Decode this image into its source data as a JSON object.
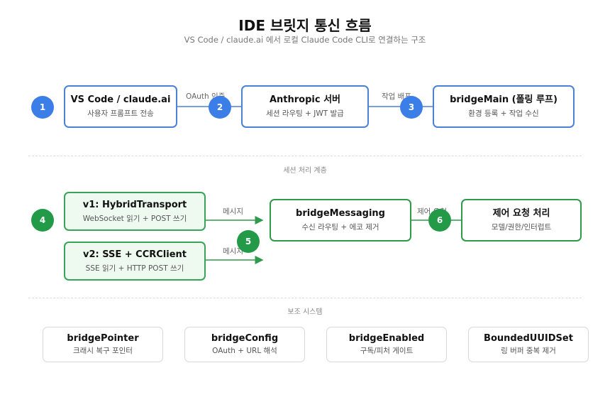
{
  "header": {
    "title": "IDE 브릿지 통신 흐름",
    "subtitle": "VS Code / claude.ai 에서 로컬 Claude Code CLI로 연결하는 구조"
  },
  "top_row": {
    "boxes": [
      {
        "title": "VS Code / claude.ai",
        "sub": "사용자 프롬프트 전송"
      },
      {
        "title": "Anthropic 서버",
        "sub": "세션 라우팅 + JWT 발급"
      },
      {
        "title": "bridgeMain (폴링 루프)",
        "sub": "환경 등록 + 작업 수신"
      }
    ],
    "edge_labels": [
      "OAuth 인증",
      "작업 배포"
    ],
    "steps": [
      "1",
      "2",
      "3"
    ]
  },
  "session_layer": {
    "label": "세션 처리 계층",
    "boxes": [
      {
        "title": "v1: HybridTransport",
        "sub": "WebSocket 읽기 + POST 쓰기"
      },
      {
        "title": "v2: SSE + CCRClient",
        "sub": "SSE 읽기 + HTTP POST 쓰기"
      },
      {
        "title": "bridgeMessaging",
        "sub": "수신 라우팅 + 에코 제거"
      },
      {
        "title": "제어 요청 처리",
        "sub": "모델/권한/인터럽트"
      }
    ],
    "edge_labels": [
      "메시지",
      "메시지",
      "제어 요청"
    ],
    "steps": [
      "4",
      "5",
      "6"
    ]
  },
  "aux_layer": {
    "label": "보조 시스템",
    "boxes": [
      {
        "title": "bridgePointer",
        "sub": "크래시 복구 포인터"
      },
      {
        "title": "bridgeConfig",
        "sub": "OAuth + URL 해석"
      },
      {
        "title": "bridgeEnabled",
        "sub": "구독/피처 게이트"
      },
      {
        "title": "BoundedUUIDSet",
        "sub": "링 버퍼 중복 제거"
      }
    ]
  },
  "colors": {
    "blue": "#4a82d6",
    "blue_step": "#3b7ee8",
    "green": "#2e9a4c",
    "green_step": "#239a47",
    "green_fill": "#eef9ef"
  }
}
